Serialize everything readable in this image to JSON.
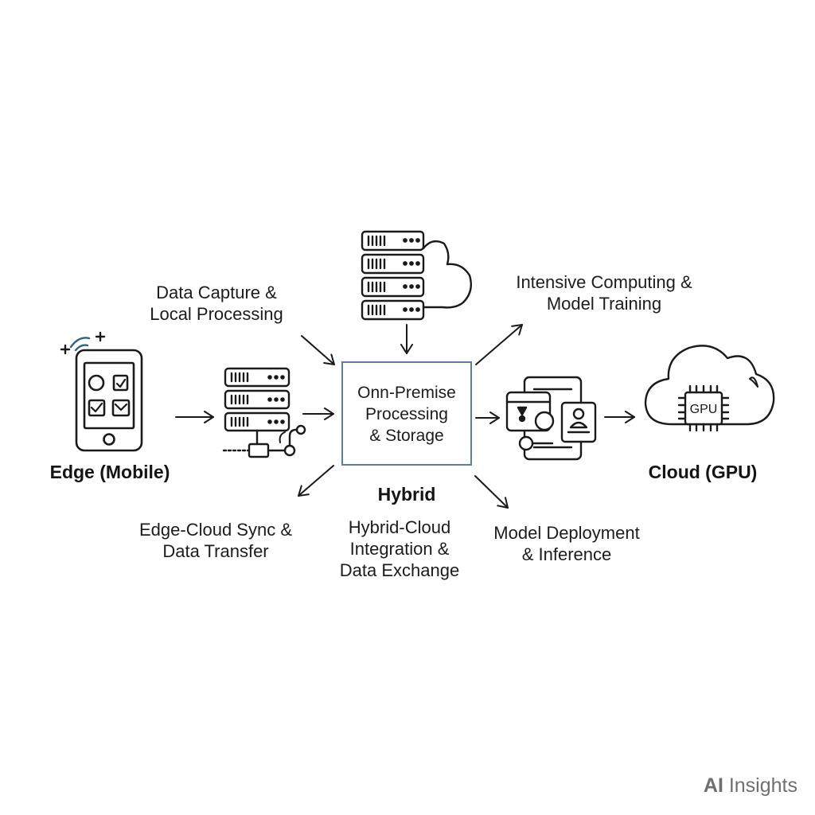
{
  "nodes": {
    "edge": {
      "title": "Edge (Mobile)"
    },
    "hybrid": {
      "title": "Hybrid"
    },
    "cloud": {
      "title": "Cloud (GPU)"
    }
  },
  "center_box": {
    "lines": [
      "Onn-Premise",
      "Processing",
      "& Storage"
    ]
  },
  "annotations": {
    "data_capture": [
      "Data Capture &",
      "Local Processing"
    ],
    "intensive_computing": [
      "Intensive Computing &",
      "Model Training"
    ],
    "edge_cloud_sync": [
      "Edge-Cloud Sync &",
      "Data Transfer"
    ],
    "hybrid_cloud": [
      "Hybrid-Cloud",
      "Integration &",
      "Data Exchange"
    ],
    "model_deployment": [
      "Model Deployment",
      "& Inference"
    ]
  },
  "icons": {
    "cloud_chip_text": "GPU"
  },
  "brand": {
    "bold": "AI",
    "regular": " Insights"
  },
  "colors": {
    "stroke": "#1a1a1a",
    "box_border": "#5b7fa3",
    "accent_blue": "#2f5f8f",
    "brand_gray": "#6f6f6f"
  }
}
